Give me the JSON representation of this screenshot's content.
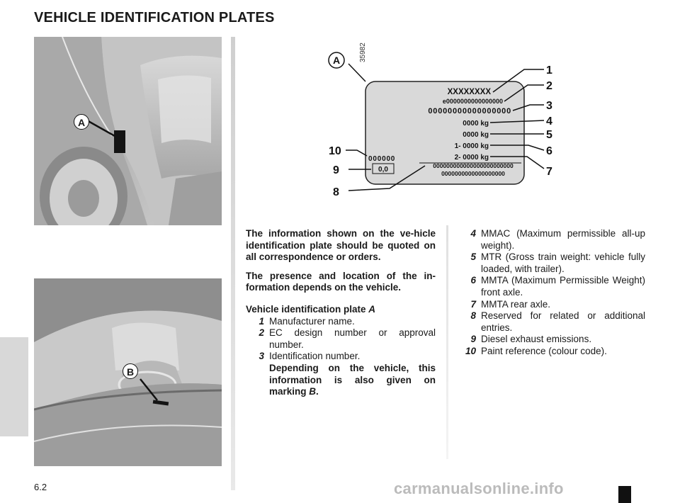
{
  "title": "VEHICLE IDENTIFICATION PLATES",
  "page_number": "6.2",
  "watermark": "carmanualsonline.info",
  "figures": {
    "rear_door": {
      "code": "40939",
      "callout": "A"
    },
    "windscreen": {
      "code": "40916",
      "callout": "B"
    },
    "plate": {
      "code": "35982",
      "callout": "A",
      "lines": {
        "manufacturer": "XXXXXXXX",
        "approval": "e0000000000000000",
        "vin": "00000000000000000",
        "mmac": "0000 kg",
        "mtr": "0000 kg",
        "front_axle": "1- 0000 kg",
        "rear_axle": "2- 0000 kg",
        "paint": "000000",
        "emissions": "0,0",
        "extra_1": "000000000000000000000000",
        "extra_2": "0000000000000000000"
      },
      "numbers": [
        "1",
        "2",
        "3",
        "4",
        "5",
        "6",
        "7",
        "8",
        "9",
        "10"
      ]
    }
  },
  "text": {
    "intro_1": "The information shown on the ve-hicle identification plate should be quoted on all correspondence or orders.",
    "intro_2": "The presence and location of the in-formation depends on the vehicle.",
    "plate_heading": "Vehicle identification plate ",
    "plate_heading_ref": "A",
    "items_left": [
      {
        "num": "1",
        "text": "Manufacturer name."
      },
      {
        "num": "2",
        "text": "EC design number or approval number."
      },
      {
        "num": "3",
        "text": "Identification number."
      }
    ],
    "note_3": "Depending on the vehicle, this information is also given on marking ",
    "note_3_ref": "B",
    "note_3_end": ".",
    "items_right": [
      {
        "num": "4",
        "text": "MMAC (Maximum permissible all-up weight)."
      },
      {
        "num": "5",
        "text": "MTR (Gross train weight: vehicle fully loaded, with trailer)."
      },
      {
        "num": "6",
        "text": "MMTA (Maximum Permissible Weight) front axle."
      },
      {
        "num": "7",
        "text": "MMTA rear axle."
      },
      {
        "num": "8",
        "text": "Reserved for related or additional entries."
      },
      {
        "num": "9",
        "text": "Diesel exhaust emissions."
      },
      {
        "num": "10",
        "text": "Paint reference (colour code)."
      }
    ]
  }
}
